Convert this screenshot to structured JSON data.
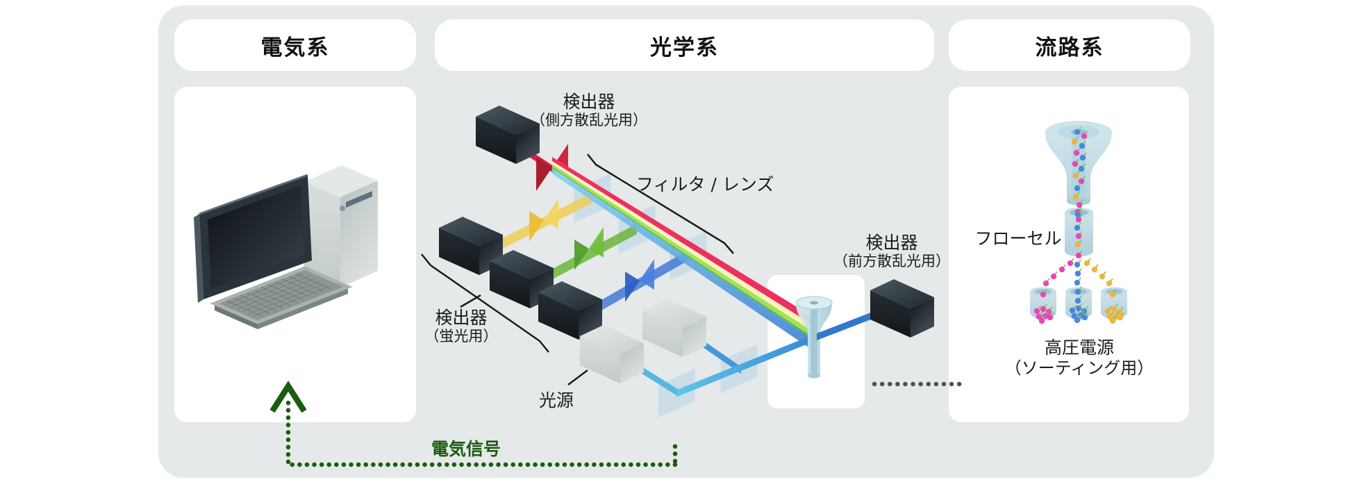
{
  "sections": {
    "electrical": {
      "title": "電気系"
    },
    "optical": {
      "title": "光学系"
    },
    "fluidic": {
      "title": "流路系"
    }
  },
  "labels": {
    "side_detector_line1": "検出器",
    "side_detector_line2": "（側方散乱光用）",
    "filter_lens": "フィルタ / レンズ",
    "fluor_detector_line1": "検出器",
    "fluor_detector_line2": "（蛍光用）",
    "light_source": "光源",
    "forward_detector_line1": "検出器",
    "forward_detector_line2": "（前方散乱光用）",
    "flow_cell": "フローセル",
    "hv_line1": "高圧電源",
    "hv_line2": "（ソーティング用）",
    "signal": "電気信号"
  },
  "colors": {
    "container_bg": "#e5e9e9",
    "panel_bg": "#ffffff",
    "signal_green": "#1b5c10",
    "sorting_dotted_gray": "#4d5457",
    "beam_crimson": "#ee3060",
    "beam_cream": "#f7f5bd",
    "beam_lime": "#a8df5a",
    "beam_green": "#4fc04a",
    "beam_sky_top": "#86d4f2",
    "beam_sky_bottom": "#3c80d2",
    "excitation_blue": "#3a86d4",
    "filter_red": "#b5212f",
    "filter_yellow": "#f2c94c",
    "filter_green": "#5aaa2e",
    "filter_blue": "#3566cc",
    "lens_blue": "#b9d3e6",
    "particle_pink": "#e945b8",
    "particle_blue": "#4a86e0",
    "particle_yellow": "#f0b43c"
  }
}
